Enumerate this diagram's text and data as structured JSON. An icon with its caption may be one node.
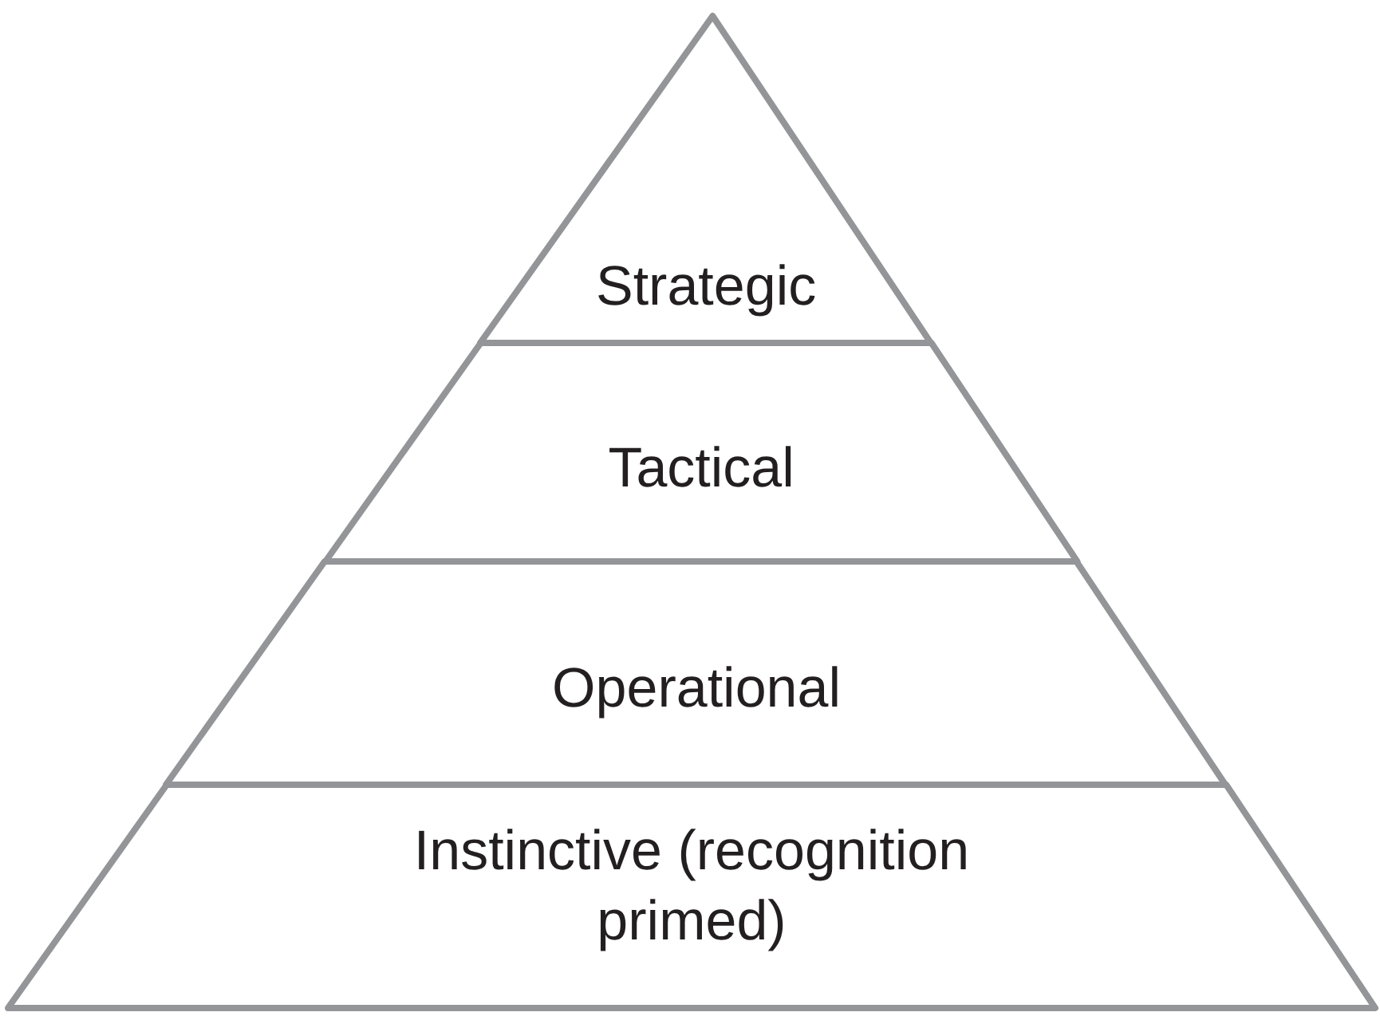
{
  "diagram": {
    "nodes": [
      {
        "text": [
          "Strategic"
        ]
      },
      {
        "text": [
          "Tactical"
        ]
      },
      {
        "text": [
          "Operational"
        ]
      },
      {
        "text": [
          "Instinctive (recognition primed)"
        ]
      }
    ]
  }
}
